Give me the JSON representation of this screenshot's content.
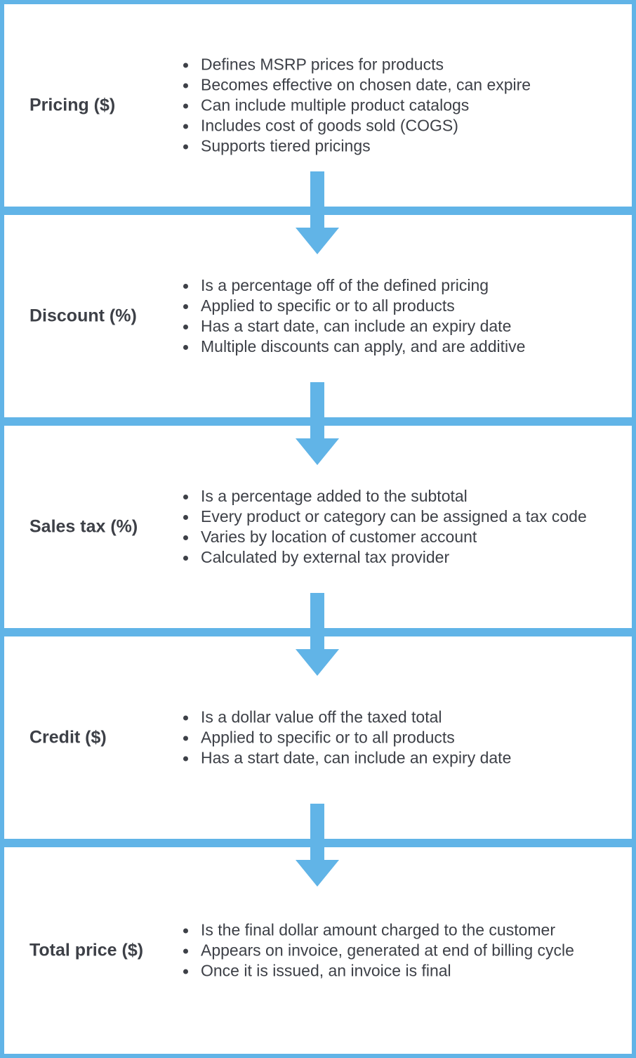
{
  "colors": {
    "accent": "#61b4e7",
    "text": "#3d4047",
    "background": "#ffffff"
  },
  "stages": [
    {
      "title": "Pricing ($)",
      "bullets": [
        "Defines MSRP prices for products",
        "Becomes effective on chosen date, can expire",
        "Can include multiple product catalogs",
        "Includes cost of goods sold (COGS)",
        "Supports tiered pricings"
      ]
    },
    {
      "title": "Discount (%)",
      "bullets": [
        "Is a percentage off of the defined pricing",
        "Applied to specific or to all products",
        "Has a start date, can include an expiry date",
        "Multiple discounts can apply, and are additive"
      ]
    },
    {
      "title": "Sales tax (%)",
      "bullets": [
        "Is a percentage added to the subtotal",
        "Every product or category can be assigned a tax code",
        "Varies by location of customer account",
        "Calculated by external tax provider"
      ]
    },
    {
      "title": "Credit ($)",
      "bullets": [
        "Is a dollar value off the taxed total",
        "Applied to specific or to all products",
        "Has a start date, can include an expiry date"
      ]
    },
    {
      "title": "Total price ($)",
      "bullets": [
        "Is the final dollar amount charged to the customer",
        "Appears on invoice, generated at end of billing cycle",
        "Once it is issued, an invoice is final"
      ]
    }
  ]
}
